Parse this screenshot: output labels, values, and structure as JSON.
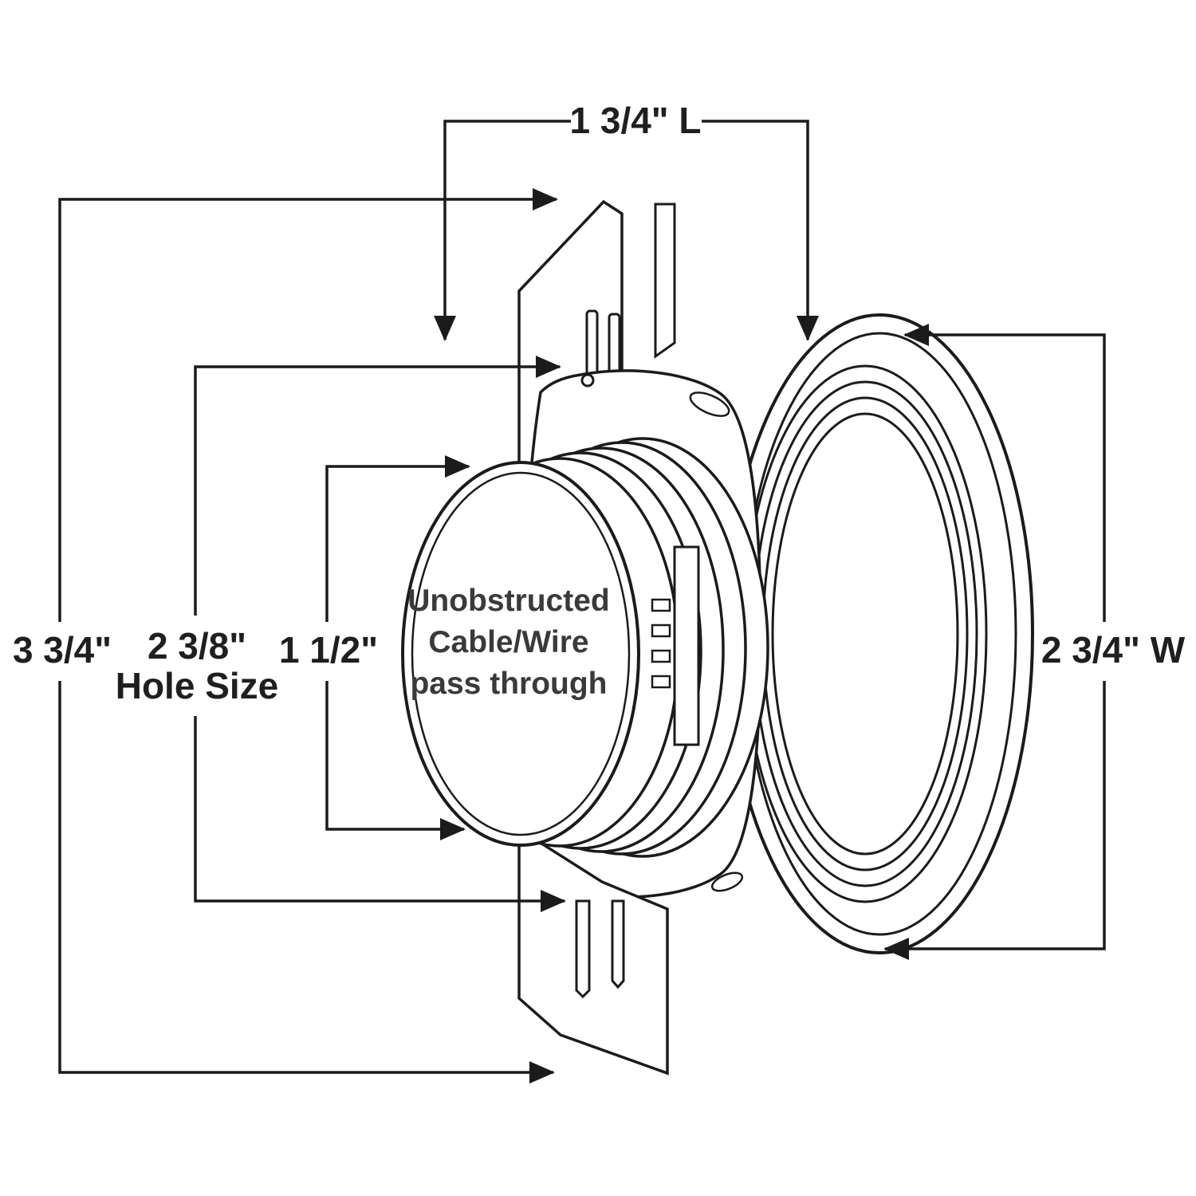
{
  "page": {
    "title": "Cable pass-through grommet dimension diagram",
    "background": "#ffffff"
  },
  "style": {
    "line_color": "#1b1b1b",
    "dim_text_color": "#1f1f1f",
    "callout_text_color": "#3a3a3a"
  },
  "dimensions": {
    "length": "1 3/4\" L",
    "overall": "3 3/4\"",
    "hole_size_value": "2 3/8\"",
    "hole_size_caption": "Hole Size",
    "inner": "1 1/2\"",
    "width": "2 3/4\" W"
  },
  "callout": {
    "line1": "Unobstructed",
    "line2": "Cable/Wire",
    "line3": "pass through"
  }
}
